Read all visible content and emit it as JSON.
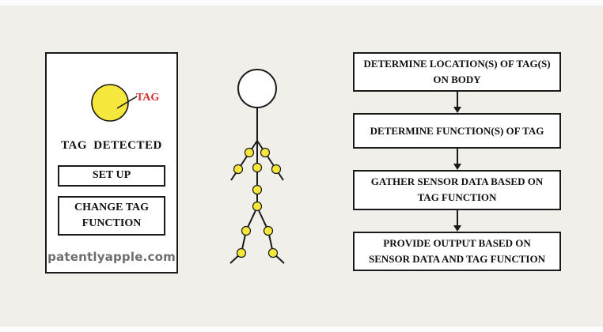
{
  "page": {
    "background": "#f0efea"
  },
  "device_panel": {
    "tag_label": "TAG",
    "tag_label_color": "#d32f2f",
    "tag_circle_fill": "#f5e73c",
    "status_text": "TAG DETECTED",
    "setup_button_label": "SET UP",
    "change_button_label": "CHANGE TAG FUNCTION",
    "watermark": "patentlyapple.com"
  },
  "stick_figure": {
    "joint_fill": "#f5e73c",
    "description": "human body outline with yellow tag dots at joints"
  },
  "flowchart": {
    "steps": [
      {
        "label": "DETERMINE LOCATION(S) OF TAG(S) ON BODY"
      },
      {
        "label": "DETERMINE  FUNCTION(S) OF TAG"
      },
      {
        "label": "GATHER SENSOR DATA BASED ON TAG FUNCTION"
      },
      {
        "label": "PROVIDE OUTPUT BASED ON  SENSOR DATA AND TAG FUNCTION"
      }
    ]
  }
}
